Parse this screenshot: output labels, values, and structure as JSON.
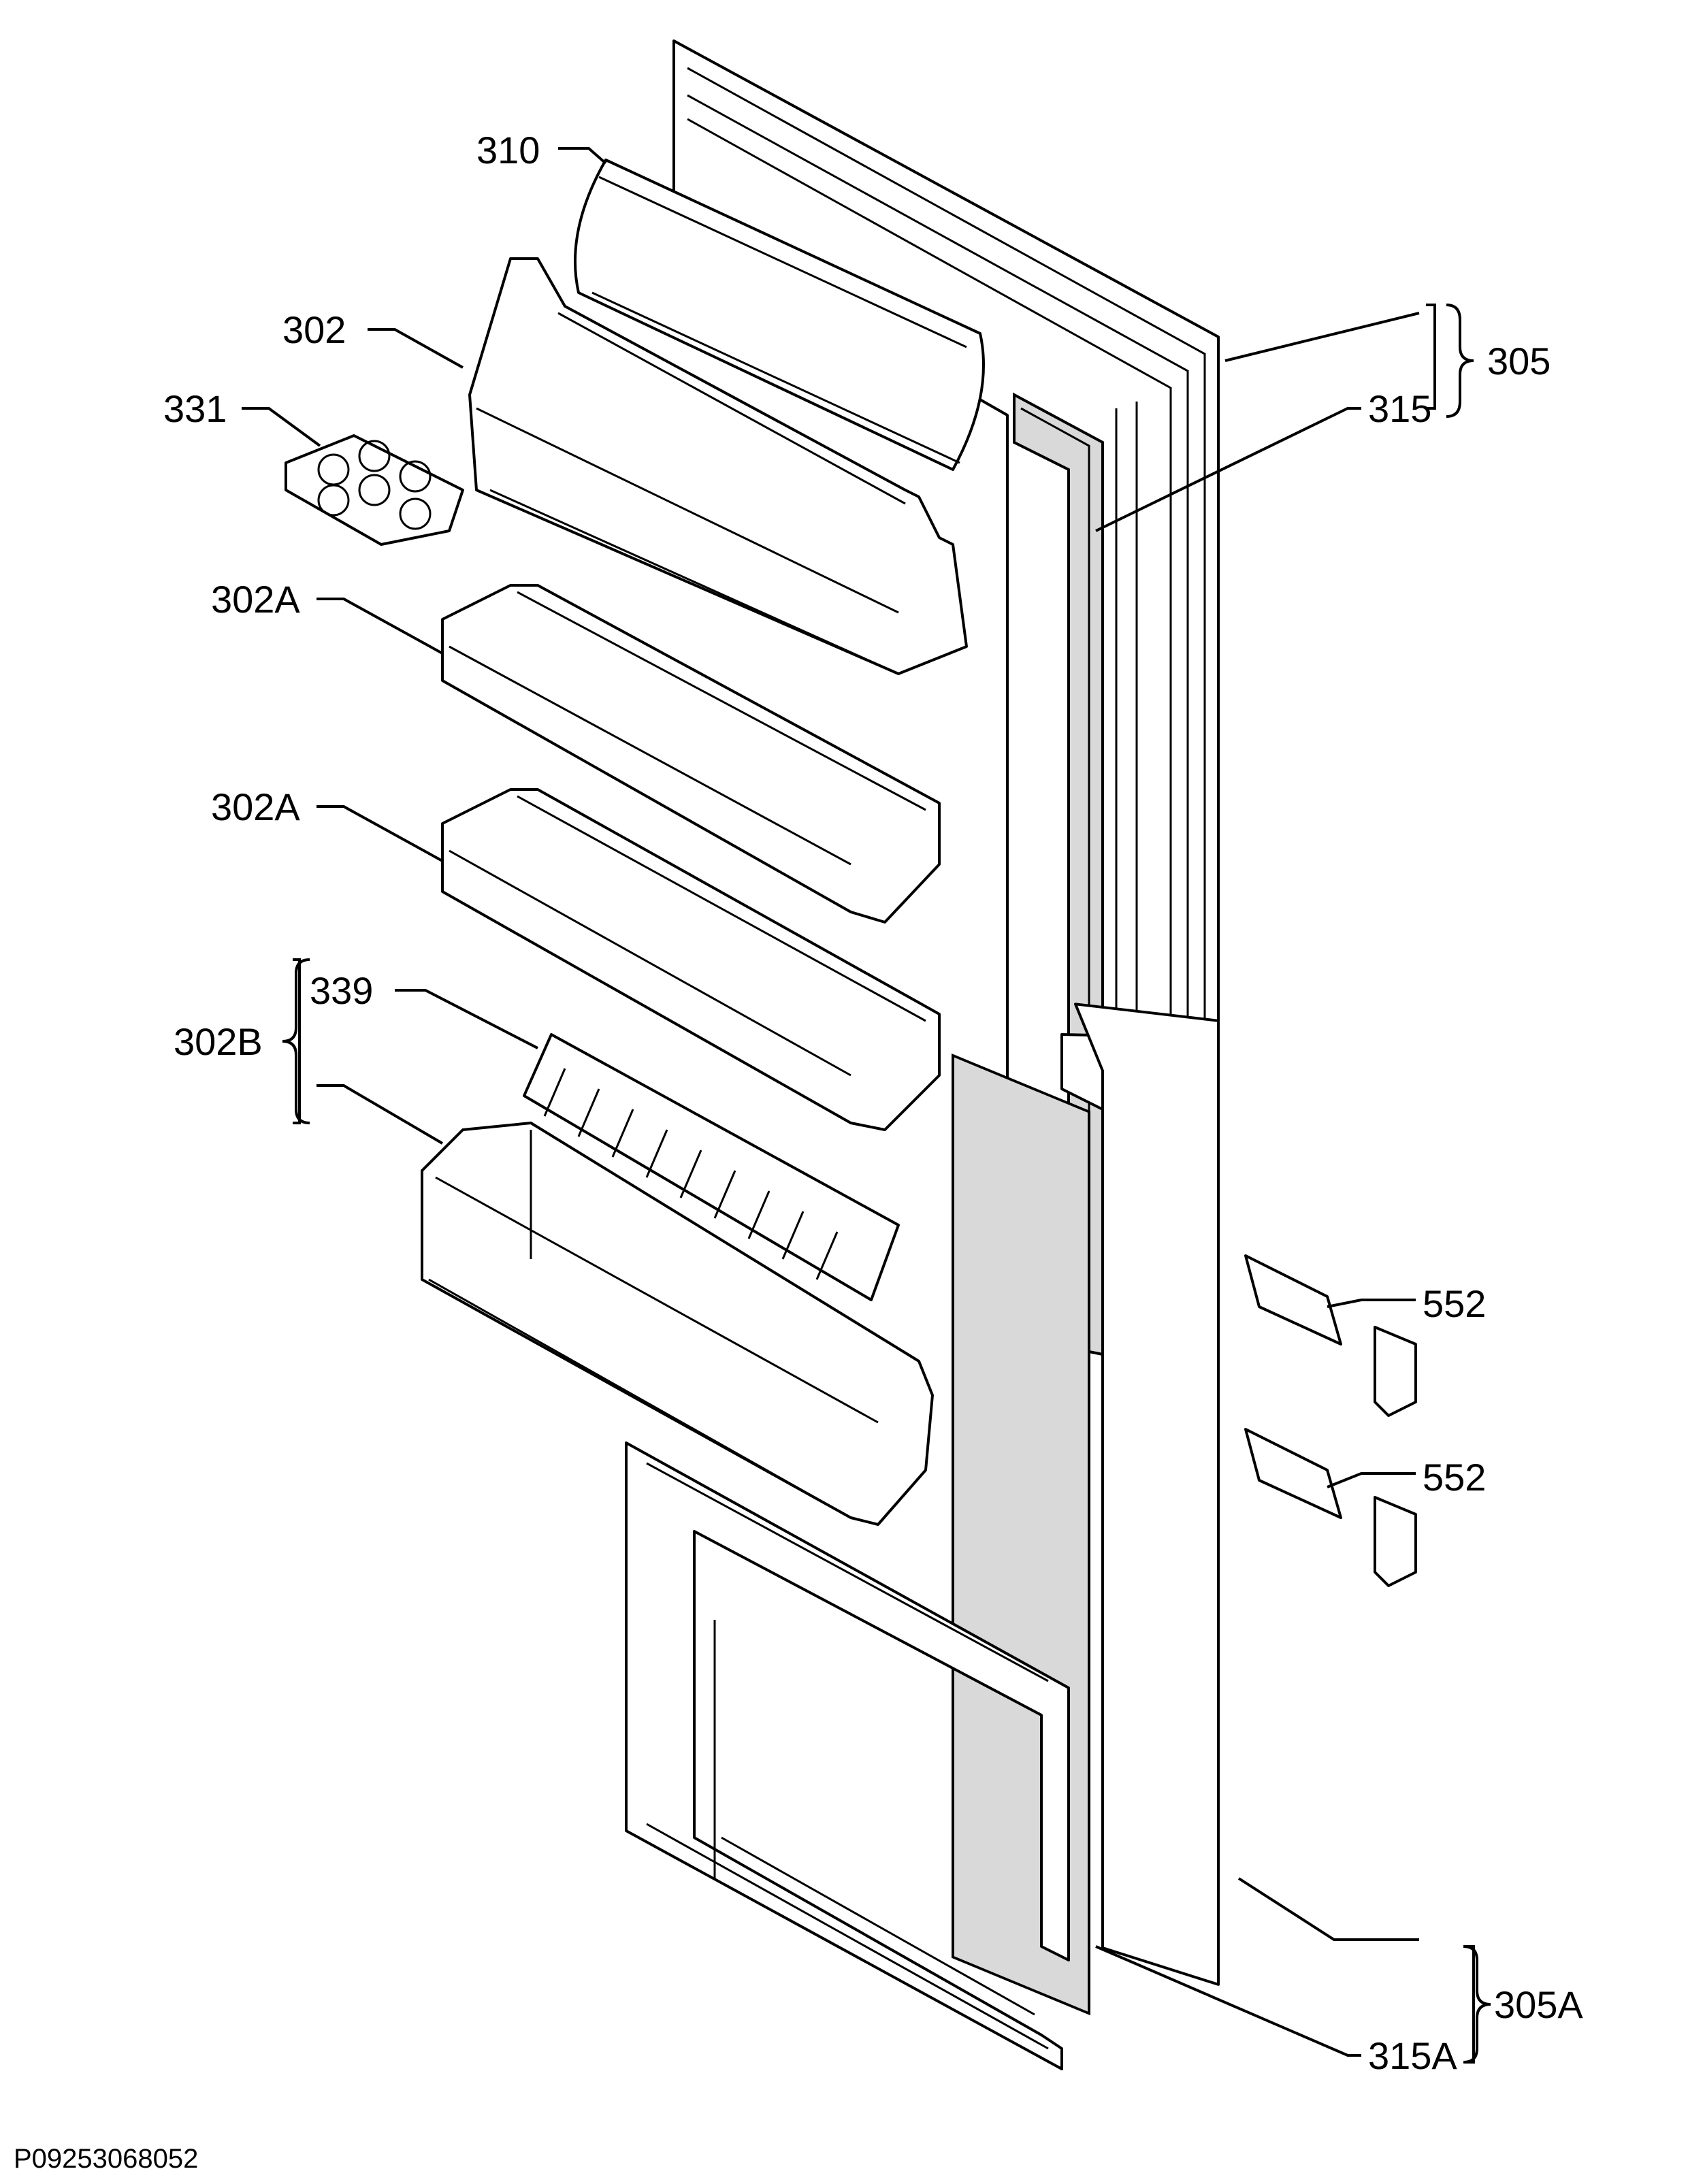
{
  "diagram_code": "P09253068052",
  "labels": {
    "l310": "310",
    "l302": "302",
    "l331": "331",
    "l302A_1": "302A",
    "l302A_2": "302A",
    "l339": "339",
    "l302B": "302B",
    "l305": "305",
    "l315": "315",
    "l552_1": "552",
    "l552_2": "552",
    "l305A": "305A",
    "l315A": "315A"
  }
}
